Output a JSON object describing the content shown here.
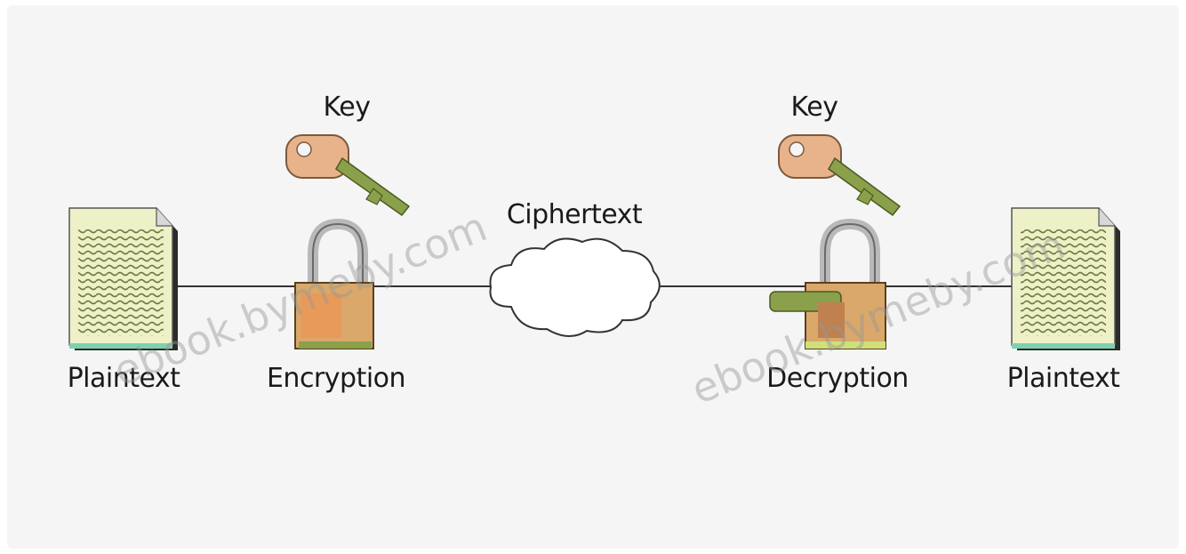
{
  "labels": {
    "key_left": "Key",
    "key_right": "Key",
    "ciphertext": "Ciphertext",
    "plaintext_left": "Plaintext",
    "encryption": "Encryption",
    "decryption": "Decryption",
    "plaintext_right": "Plaintext"
  },
  "watermark": {
    "left": "ebook.bymeby.com",
    "right": "ebook.bymeby.com"
  },
  "icons": [
    "document-icon",
    "key-icon",
    "padlock-icon",
    "cloud-icon"
  ],
  "colors": {
    "paper": "#eef0c8",
    "paper_lines": "#6b7a3a",
    "key_bow": "#e8b38a",
    "key_blade": "#8aa04a",
    "lock_body": "#d9a86a",
    "lock_shackle": "#b9b9b9"
  }
}
